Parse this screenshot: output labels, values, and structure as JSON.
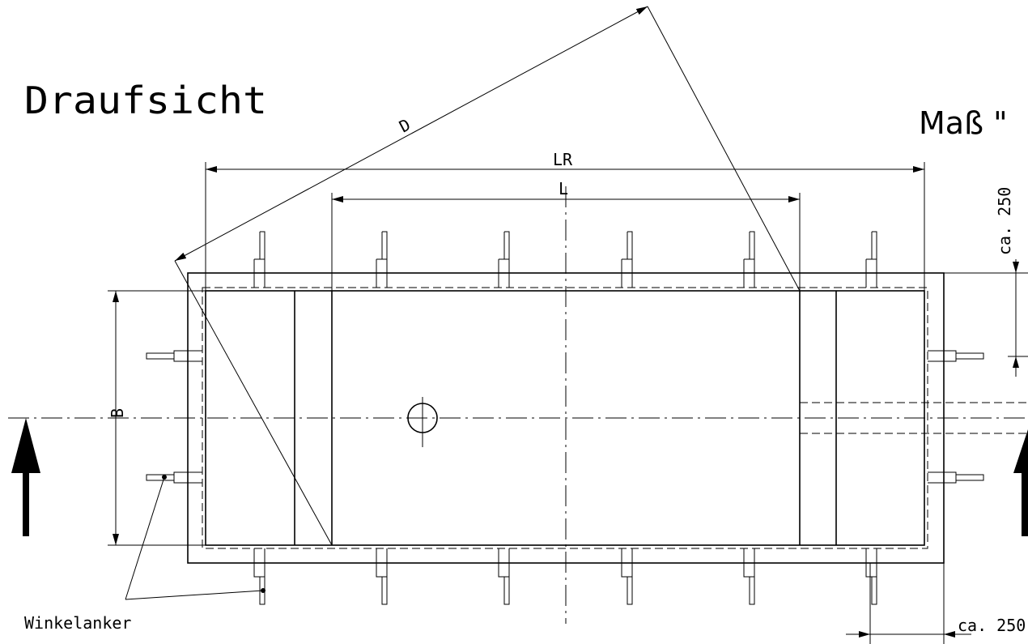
{
  "title": "Draufsicht",
  "side_title": "Maß \"",
  "dimensions": {
    "D": "D",
    "LR": "LR",
    "L": "L",
    "B": "B",
    "ca250_vertical": "ca. 250",
    "ca250_horizontal": "ca. 250"
  },
  "callout": "Winkelanker"
}
